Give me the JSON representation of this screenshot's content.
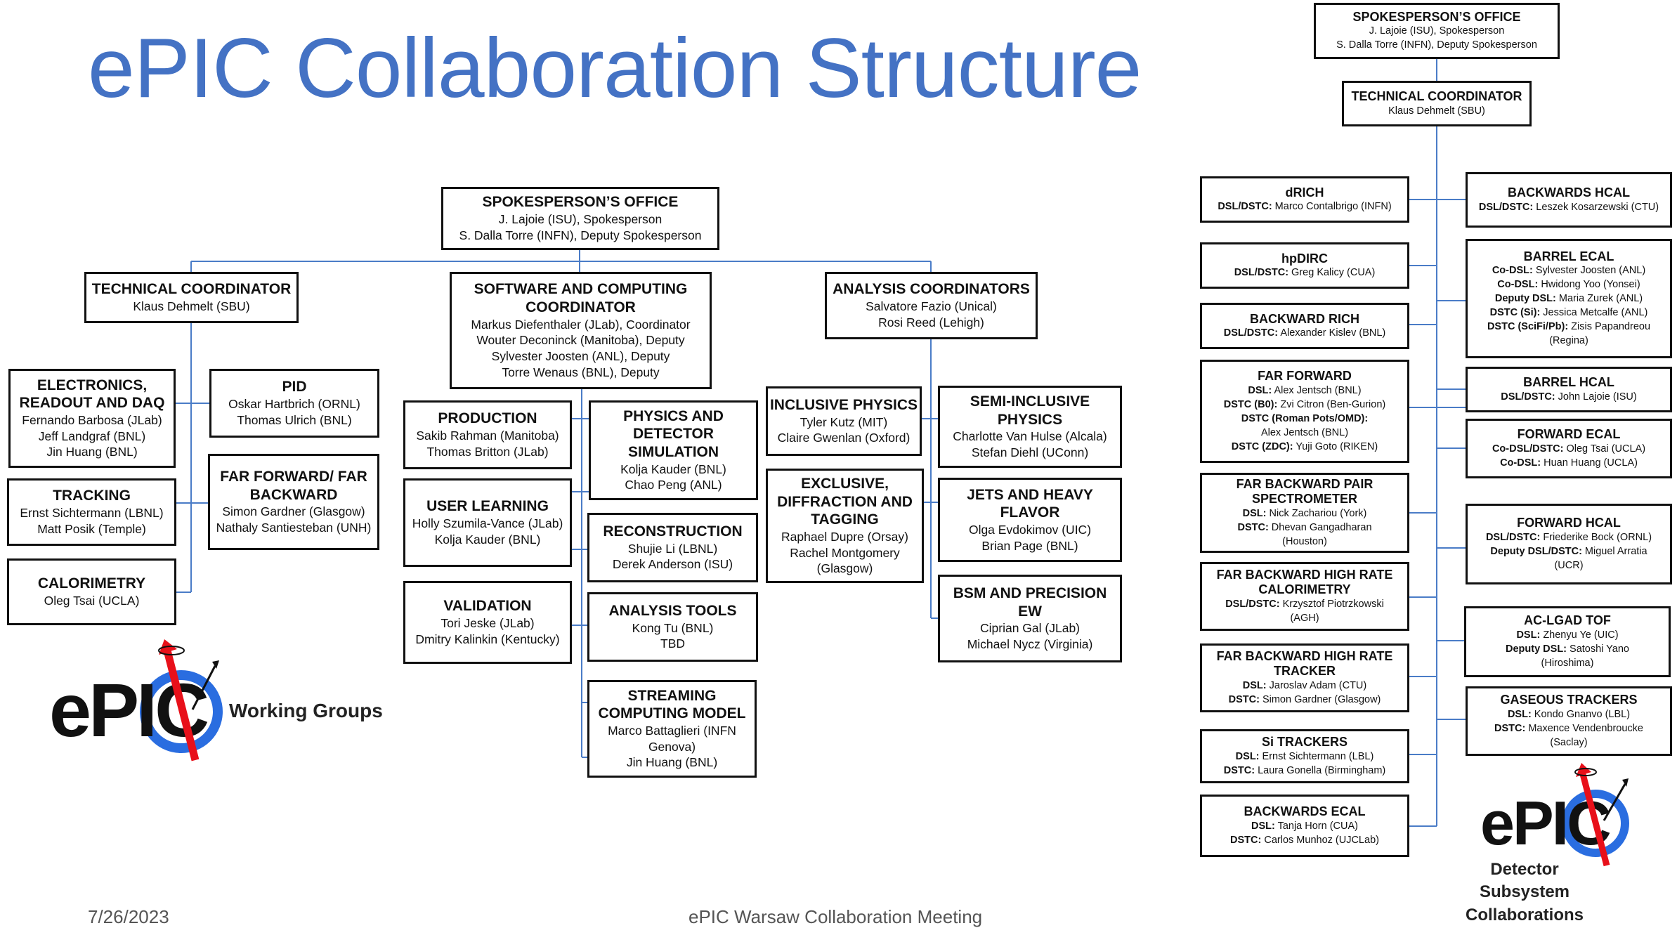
{
  "title": "ePIC Collaboration Structure",
  "footer": {
    "date": "7/26/2023",
    "meeting": "ePIC Warsaw Collaboration Meeting"
  },
  "colors": {
    "title": "#4472c4",
    "connector": "#4a7cc7",
    "arrow": "#e8101a",
    "ring": "#2a6de0"
  },
  "left": {
    "spokes": {
      "heading": "SPOKESPERSON’S OFFICE",
      "lines": [
        "J. Lajoie (ISU), Spokesperson",
        "S. Dalla Torre (INFN), Deputy Spokesperson"
      ]
    },
    "techcoord": {
      "heading": "TECHNICAL COORDINATOR",
      "lines": [
        "Klaus Dehmelt (SBU)"
      ]
    },
    "electronics": {
      "heading": "ELECTRONICS, READOUT AND DAQ",
      "lines": [
        "Fernando Barbosa (JLab)",
        "Jeff Landgraf (BNL)",
        "Jin Huang (BNL)"
      ]
    },
    "tracking": {
      "heading": "TRACKING",
      "lines": [
        "Ernst Sichtermann (LBNL)",
        "Matt Posik (Temple)"
      ]
    },
    "calorimetry": {
      "heading": "CALORIMETRY",
      "lines": [
        "Oleg Tsai (UCLA)"
      ]
    },
    "pid": {
      "heading": "PID",
      "lines": [
        "Oskar Hartbrich (ORNL)",
        "Thomas Ulrich (BNL)"
      ]
    },
    "farforward": {
      "heading": "FAR FORWARD/ FAR BACKWARD",
      "lines": [
        "Simon Gardner (Glasgow)",
        "Nathaly Santiesteban (UNH)"
      ]
    },
    "software": {
      "heading": "SOFTWARE AND COMPUTING COORDINATOR",
      "lines": [
        "Markus Diefenthaler (JLab), Coordinator",
        "Wouter Deconinck (Manitoba), Deputy",
        "Sylvester Joosten (ANL), Deputy",
        "Torre Wenaus (BNL), Deputy"
      ]
    },
    "production": {
      "heading": "PRODUCTION",
      "lines": [
        "Sakib Rahman (Manitoba)",
        "Thomas Britton (JLab)"
      ]
    },
    "userlearning": {
      "heading": "USER LEARNING",
      "lines": [
        "Holly Szumila-Vance (JLab)",
        "Kolja Kauder (BNL)"
      ]
    },
    "validation": {
      "heading": "VALIDATION",
      "lines": [
        "Tori Jeske (JLab)",
        "Dmitry Kalinkin (Kentucky)"
      ]
    },
    "physdet": {
      "heading": "PHYSICS AND DETECTOR SIMULATION",
      "lines": [
        "Kolja Kauder (BNL)",
        "Chao Peng (ANL)"
      ]
    },
    "reconstruction": {
      "heading": "RECONSTRUCTION",
      "lines": [
        "Shujie Li (LBNL)",
        "Derek Anderson (ISU)"
      ]
    },
    "analysistools": {
      "heading": "ANALYSIS TOOLS",
      "lines": [
        "Kong Tu (BNL)",
        "TBD"
      ]
    },
    "streaming": {
      "heading": "STREAMING COMPUTING MODEL",
      "lines": [
        "Marco Battaglieri (INFN Genova)",
        "Jin Huang (BNL)"
      ]
    },
    "analysis": {
      "heading": "ANALYSIS COORDINATORS",
      "lines": [
        "Salvatore Fazio (Unical)",
        "Rosi Reed (Lehigh)"
      ]
    },
    "inclusive": {
      "heading": "INCLUSIVE PHYSICS",
      "lines": [
        "Tyler Kutz (MIT)",
        "Claire Gwenlan (Oxford)"
      ]
    },
    "exclusive": {
      "heading": "EXCLUSIVE, DIFFRACTION AND TAGGING",
      "lines": [
        "Raphael Dupre (Orsay)",
        "Rachel Montgomery (Glasgow)"
      ]
    },
    "semiinclusive": {
      "heading": "SEMI-INCLUSIVE PHYSICS",
      "lines": [
        "Charlotte Van Hulse (Alcala)",
        "Stefan Diehl (UConn)"
      ]
    },
    "jets": {
      "heading": "JETS AND HEAVY FLAVOR",
      "lines": [
        "Olga Evdokimov (UIC)",
        "Brian Page (BNL)"
      ]
    },
    "bsm": {
      "heading": "BSM AND PRECISION EW",
      "lines": [
        "Ciprian Gal (JLab)",
        "Michael Nycz (Virginia)"
      ]
    }
  },
  "logo_left": {
    "word": "ePIC",
    "caption": "Working Groups"
  },
  "right": {
    "spokes": {
      "heading": "SPOKESPERSON’S OFFICE",
      "lines": [
        {
          "b": "",
          "t": "J. Lajoie (ISU), Spokesperson"
        },
        {
          "b": "",
          "t": "S. Dalla Torre (INFN), Deputy Spokesperson"
        }
      ]
    },
    "techcoord": {
      "heading": "TECHNICAL COORDINATOR",
      "lines": [
        {
          "b": "",
          "t": "Klaus Dehmelt (SBU)"
        }
      ]
    },
    "drich": {
      "heading": "dRICH",
      "lines": [
        {
          "b": "DSL/DSTC:",
          "t": " Marco Contalbrigo (INFN)"
        }
      ]
    },
    "hpdirc": {
      "heading": "hpDIRC",
      "lines": [
        {
          "b": "DSL/DSTC:",
          "t": " Greg Kalicy (CUA)"
        }
      ]
    },
    "backrich": {
      "heading": "BACKWARD RICH",
      "lines": [
        {
          "b": "DSL/DSTC:",
          "t": " Alexander Kislev (BNL)"
        }
      ]
    },
    "farforward": {
      "heading": "FAR FORWARD",
      "lines": [
        {
          "b": "DSL:",
          "t": " Alex Jentsch (BNL)"
        },
        {
          "b": "DSTC (B0):",
          "t": " Zvi Citron (Ben-Gurion)"
        },
        {
          "b": "DSTC (Roman Pots/OMD):",
          "t": ""
        },
        {
          "b": "",
          "t": "Alex Jentsch (BNL)"
        },
        {
          "b": "DSTC (ZDC):",
          "t": " Yuji Goto (RIKEN)"
        }
      ]
    },
    "pairspec": {
      "heading": "FAR BACKWARD PAIR SPECTROMETER",
      "lines": [
        {
          "b": "DSL:",
          "t": " Nick Zachariou (York)"
        },
        {
          "b": "DSTC:",
          "t": " Dhevan Gangadharan"
        },
        {
          "b": "",
          "t": "(Houston)"
        }
      ]
    },
    "hrcal": {
      "heading": "FAR BACKWARD HIGH RATE CALORIMETRY",
      "lines": [
        {
          "b": "DSL/DSTC:",
          "t": " Krzysztof Piotrzkowski"
        },
        {
          "b": "",
          "t": "(AGH)"
        }
      ]
    },
    "hrtracker": {
      "heading": "FAR BACKWARD HIGH RATE TRACKER",
      "lines": [
        {
          "b": "DSL:",
          "t": " Jaroslav Adam (CTU)"
        },
        {
          "b": "DSTC:",
          "t": " Simon Gardner (Glasgow)"
        }
      ]
    },
    "sitrackers": {
      "heading": "Si TRACKERS",
      "lines": [
        {
          "b": "DSL:",
          "t": " Ernst Sichtermann (LBL)"
        },
        {
          "b": "DSTC:",
          "t": " Laura Gonella (Birmingham)"
        }
      ]
    },
    "backecal": {
      "heading": "BACKWARDS ECAL",
      "lines": [
        {
          "b": "DSL:",
          "t": " Tanja Horn (CUA)"
        },
        {
          "b": "DSTC:",
          "t": " Carlos Munhoz (UJCLab)"
        }
      ]
    },
    "backhcal": {
      "heading": "BACKWARDS HCAL",
      "lines": [
        {
          "b": "DSL/DSTC:",
          "t": " Leszek Kosarzewski (CTU)"
        }
      ]
    },
    "barrelecal": {
      "heading": "BARREL ECAL",
      "lines": [
        {
          "b": "Co-DSL:",
          "t": " Sylvester Joosten (ANL)"
        },
        {
          "b": "Co-DSL:",
          "t": " Hwidong Yoo (Yonsei)"
        },
        {
          "b": "Deputy DSL:",
          "t": " Maria Zurek (ANL)"
        },
        {
          "b": "DSTC (Si):",
          "t": " Jessica Metcalfe (ANL)"
        },
        {
          "b": "DSTC (SciFi/Pb):",
          "t": " Zisis Papandreou"
        },
        {
          "b": "",
          "t": "(Regina)"
        }
      ]
    },
    "barrelhcal": {
      "heading": "BARREL HCAL",
      "lines": [
        {
          "b": "DSL/DSTC:",
          "t": " John Lajoie (ISU)"
        }
      ]
    },
    "fwdecal": {
      "heading": "FORWARD ECAL",
      "lines": [
        {
          "b": "Co-DSL/DSTC:",
          "t": " Oleg Tsai (UCLA)"
        },
        {
          "b": "Co-DSL:",
          "t": " Huan Huang (UCLA)"
        }
      ]
    },
    "fwdhcal": {
      "heading": "FORWARD HCAL",
      "lines": [
        {
          "b": "DSL/DSTC:",
          "t": " Friederike Bock (ORNL)"
        },
        {
          "b": "Deputy DSL/DSTC:",
          "t": " Miguel Arratia"
        },
        {
          "b": "",
          "t": "(UCR)"
        }
      ]
    },
    "aclgad": {
      "heading": "AC-LGAD TOF",
      "lines": [
        {
          "b": "DSL:",
          "t": " Zhenyu Ye (UIC)"
        },
        {
          "b": "Deputy DSL:",
          "t": " Satoshi Yano"
        },
        {
          "b": "",
          "t": "(Hiroshima)"
        }
      ]
    },
    "gaseous": {
      "heading": "GASEOUS TRACKERS",
      "lines": [
        {
          "b": "DSL:",
          "t": " Kondo Gnanvo (LBL)"
        },
        {
          "b": "DSTC:",
          "t": " Maxence Vendenbroucke"
        },
        {
          "b": "",
          "t": "(Saclay)"
        }
      ]
    }
  },
  "logo_right": {
    "word": "ePIC",
    "caption": "Detector Subsystem Collaborations"
  }
}
